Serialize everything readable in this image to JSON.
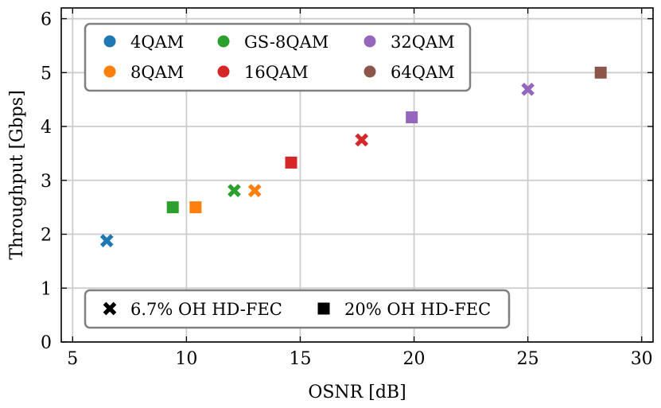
{
  "chart_data": {
    "type": "scatter",
    "xlabel": "OSNR [dB]",
    "ylabel": "Throughput [Gbps]",
    "xlim": [
      4.5,
      30.5
    ],
    "ylim": [
      0,
      6.2
    ],
    "x_ticks": [
      5,
      10,
      15,
      20,
      25,
      30
    ],
    "y_ticks": [
      0,
      1,
      2,
      3,
      4,
      5,
      6
    ],
    "grid": true,
    "colors": {
      "4QAM": "#1f77b4",
      "8QAM": "#ff7f0e",
      "GS-8QAM": "#2ca02c",
      "16QAM": "#d62728",
      "32QAM": "#9467bd",
      "64QAM": "#8c564b"
    },
    "legend_modulation": {
      "placement": "top-left",
      "entries": [
        "4QAM",
        "GS-8QAM",
        "32QAM",
        "8QAM",
        "16QAM",
        "64QAM"
      ]
    },
    "legend_fec": {
      "placement": "bottom-left",
      "entries": [
        {
          "marker": "x",
          "label": "6.7% OH HD-FEC"
        },
        {
          "marker": "square",
          "label": "20% OH HD-FEC"
        }
      ]
    },
    "points": [
      {
        "modulation": "4QAM",
        "fec": "6.7% OH HD-FEC",
        "marker": "x",
        "x": 6.5,
        "y": 1.88
      },
      {
        "modulation": "GS-8QAM",
        "fec": "20% OH HD-FEC",
        "marker": "square",
        "x": 9.4,
        "y": 2.5
      },
      {
        "modulation": "8QAM",
        "fec": "20% OH HD-FEC",
        "marker": "square",
        "x": 10.4,
        "y": 2.5
      },
      {
        "modulation": "GS-8QAM",
        "fec": "6.7% OH HD-FEC",
        "marker": "x",
        "x": 12.1,
        "y": 2.81
      },
      {
        "modulation": "8QAM",
        "fec": "6.7% OH HD-FEC",
        "marker": "x",
        "x": 13.0,
        "y": 2.81
      },
      {
        "modulation": "16QAM",
        "fec": "20% OH HD-FEC",
        "marker": "square",
        "x": 14.6,
        "y": 3.33
      },
      {
        "modulation": "16QAM",
        "fec": "6.7% OH HD-FEC",
        "marker": "x",
        "x": 17.7,
        "y": 3.75
      },
      {
        "modulation": "32QAM",
        "fec": "20% OH HD-FEC",
        "marker": "square",
        "x": 19.9,
        "y": 4.17
      },
      {
        "modulation": "32QAM",
        "fec": "6.7% OH HD-FEC",
        "marker": "x",
        "x": 25.0,
        "y": 4.69
      },
      {
        "modulation": "64QAM",
        "fec": "20% OH HD-FEC",
        "marker": "square",
        "x": 28.2,
        "y": 5.0
      }
    ]
  }
}
